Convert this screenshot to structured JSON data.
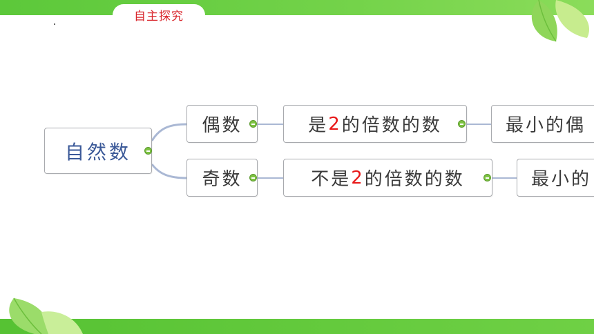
{
  "header": {
    "tab_label": "自主探究"
  },
  "mindmap": {
    "root": {
      "label": "自然数"
    },
    "branches": [
      {
        "label": "偶数",
        "definition": {
          "before": "是",
          "highlight": "2",
          "after": "的倍数的数"
        },
        "fact": "最小的偶"
      },
      {
        "label": "奇数",
        "definition": {
          "before": "不是",
          "highlight": "2",
          "after": "的倍数的数"
        },
        "fact": "最小的"
      }
    ]
  },
  "colors": {
    "accent_green": "#6fd045",
    "tab_text": "#d9262c",
    "highlight_red": "#e81818",
    "connector": "#aab8d4"
  }
}
